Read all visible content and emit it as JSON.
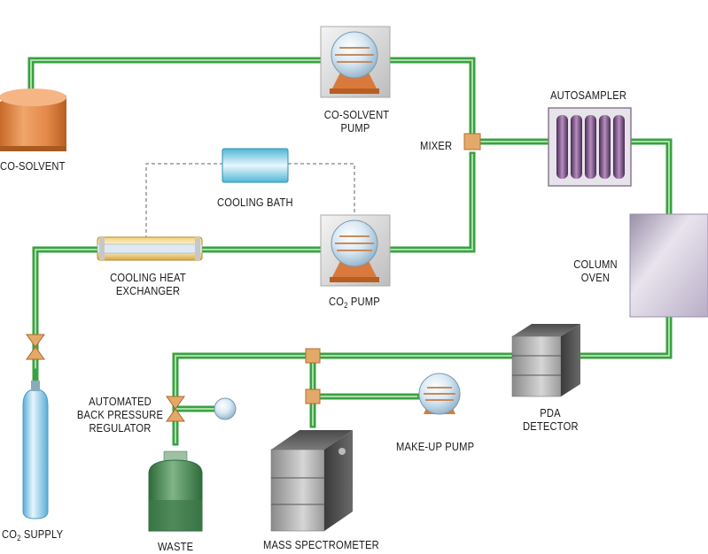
{
  "labels": {
    "co_solvent": "CO-SOLVENT",
    "co_solvent_pump_line1": "CO-SOLVENT",
    "co_solvent_pump_line2": "PUMP",
    "mixer": "MIXER",
    "autosampler": "AUTOSAMPLER",
    "cooling_bath": "COOLING BATH",
    "cooling_heat_exchanger_line1": "COOLING HEAT",
    "cooling_heat_exchanger_line2": "EXCHANGER",
    "co2_pump_prefix": "CO",
    "co2_pump_sub": "2",
    "co2_pump_suffix": " PUMP",
    "column_oven_line1": "COLUMN",
    "column_oven_line2": "OVEN",
    "abpr_line1": "AUTOMATED",
    "abpr_line2": "BACK PRESSURE",
    "abpr_line3": "REGULATOR",
    "pda_line1": "PDA",
    "pda_line2": "DETECTOR",
    "make_up_pump": "MAKE-UP PUMP",
    "co2_supply_prefix": "CO",
    "co2_supply_sub": "2",
    "co2_supply_suffix": " SUPPLY",
    "waste": "WASTE",
    "mass_spectrometer": "MASS SPECTROMETER"
  },
  "colors": {
    "tubing": "#3aa143",
    "tubing_light": "#8fd48f",
    "reservoir": "#e08a45",
    "pump_base": "#e08a45",
    "pump_globe": "#cfe3f0",
    "cooling_bath": "#7cc8e0",
    "autosampler": "#6a3f74",
    "column_oven": "#c7bfd0",
    "cabinet": "#5f5f5f",
    "co2_cylinder": "#9fd3ee",
    "waste_bottle": "#4e8a58",
    "fitting": "#e4a96a"
  }
}
